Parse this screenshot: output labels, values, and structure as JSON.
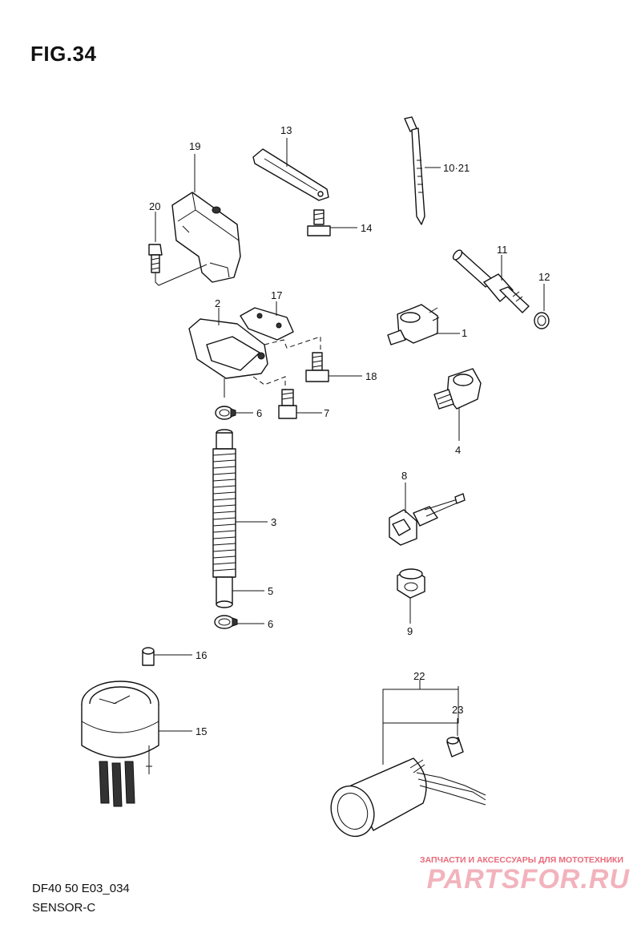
{
  "figure": {
    "title": "FIG.34",
    "model_code": "DF40 50 E03_034",
    "section_name": "SENSOR-C"
  },
  "callouts": [
    "1",
    "2",
    "3",
    "4",
    "5",
    "6",
    "6",
    "7",
    "8",
    "9",
    "10·21",
    "11",
    "12",
    "13",
    "14",
    "15",
    "16",
    "17",
    "18",
    "19",
    "20",
    "22",
    "23"
  ],
  "watermark": {
    "tagline": "ЗАПЧАСТИ И АКСЕССУАРЫ ДЛЯ МОТОТЕХНИКИ",
    "logo_text": "PARTSFOR.RU"
  }
}
